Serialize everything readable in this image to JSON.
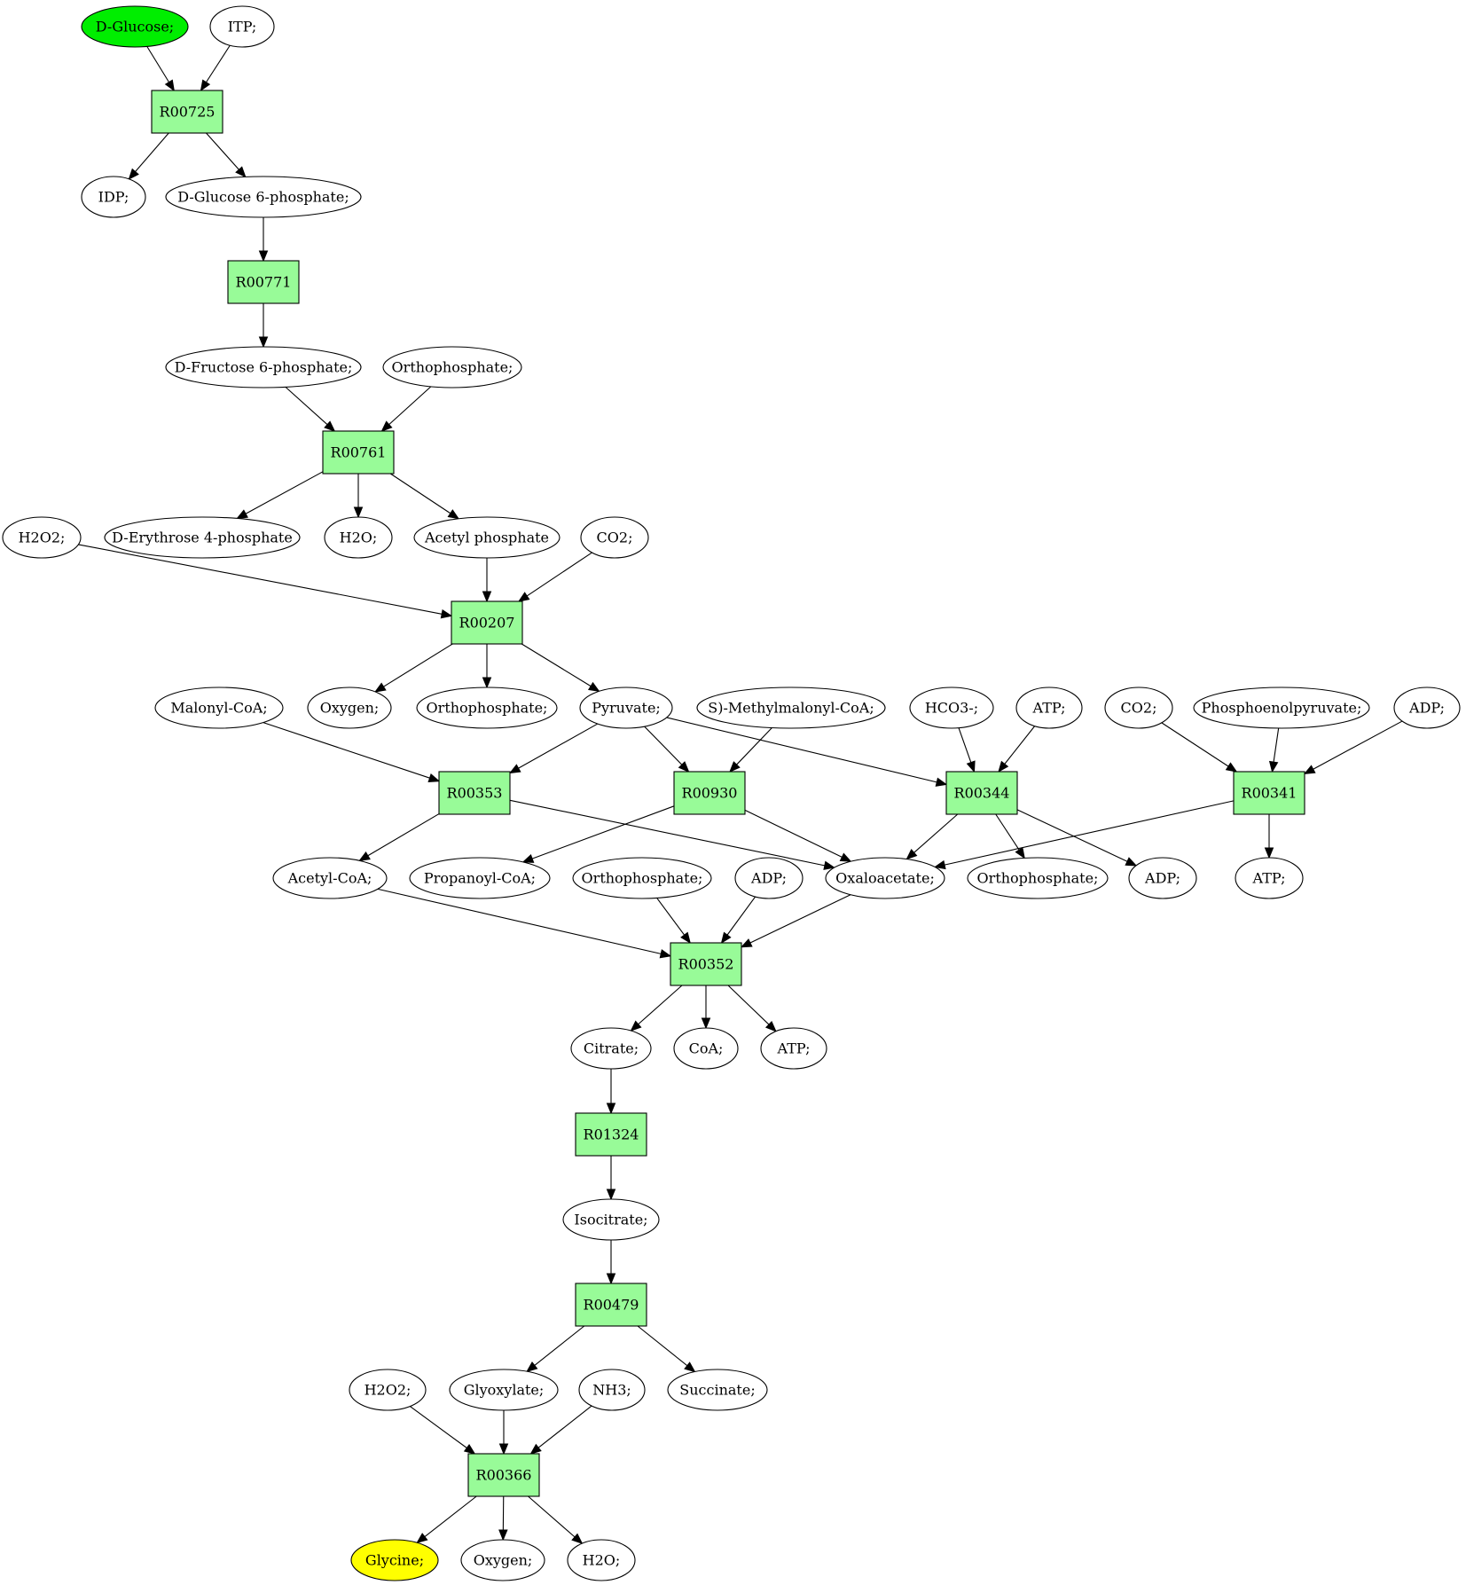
{
  "colors": {
    "reaction_fill": "#98fb98",
    "metabolite_fill": "#ffffff",
    "start_fill": "#00ee00",
    "target_fill": "#ffff00",
    "stroke": "#000000"
  },
  "diagram": {
    "reactions": [
      {
        "id": "r1",
        "label": "R00725"
      },
      {
        "id": "r2",
        "label": "R00771"
      },
      {
        "id": "r3",
        "label": "R00761"
      },
      {
        "id": "r4",
        "label": "R00207"
      },
      {
        "id": "r5",
        "label": "R00353"
      },
      {
        "id": "r6",
        "label": "R00930"
      },
      {
        "id": "r7",
        "label": "R00344"
      },
      {
        "id": "r8",
        "label": "R00341"
      },
      {
        "id": "r9",
        "label": "R00352"
      },
      {
        "id": "r10",
        "label": "R01324"
      },
      {
        "id": "r11",
        "label": "R00479"
      },
      {
        "id": "r12",
        "label": "R00366"
      }
    ],
    "metabolites": [
      {
        "id": "m_glucose",
        "label": "D-Glucose;",
        "role": "start"
      },
      {
        "id": "m_itp",
        "label": "ITP;"
      },
      {
        "id": "m_idp",
        "label": "IDP;"
      },
      {
        "id": "m_g6p",
        "label": "D-Glucose 6-phosphate;"
      },
      {
        "id": "m_f6p",
        "label": "D-Fructose 6-phosphate;"
      },
      {
        "id": "m_pi1",
        "label": "Orthophosphate;"
      },
      {
        "id": "m_e4p",
        "label": "D-Erythrose 4-phosphate"
      },
      {
        "id": "m_h2o1",
        "label": "H2O;"
      },
      {
        "id": "m_acp",
        "label": "Acetyl phosphate"
      },
      {
        "id": "m_h2o2a",
        "label": "H2O2;"
      },
      {
        "id": "m_co2a",
        "label": "CO2;"
      },
      {
        "id": "m_malcoa",
        "label": "Malonyl-CoA;"
      },
      {
        "id": "m_o2a",
        "label": "Oxygen;"
      },
      {
        "id": "m_pi2",
        "label": "Orthophosphate;"
      },
      {
        "id": "m_pyr",
        "label": "Pyruvate;"
      },
      {
        "id": "m_smm",
        "label": "S)-Methylmalonyl-CoA;"
      },
      {
        "id": "m_hco3",
        "label": "HCO3-;"
      },
      {
        "id": "m_atp1",
        "label": "ATP;"
      },
      {
        "id": "m_co2b",
        "label": "CO2;"
      },
      {
        "id": "m_pep",
        "label": "Phosphoenolpyruvate;"
      },
      {
        "id": "m_adp1",
        "label": "ADP;"
      },
      {
        "id": "m_accoa",
        "label": "Acetyl-CoA;"
      },
      {
        "id": "m_propcoa",
        "label": "Propanoyl-CoA;"
      },
      {
        "id": "m_pi3",
        "label": "Orthophosphate;"
      },
      {
        "id": "m_adp2",
        "label": "ADP;"
      },
      {
        "id": "m_oaa",
        "label": "Oxaloacetate;"
      },
      {
        "id": "m_pi4",
        "label": "Orthophosphate;"
      },
      {
        "id": "m_adp3",
        "label": "ADP;"
      },
      {
        "id": "m_atp2",
        "label": "ATP;"
      },
      {
        "id": "m_cit",
        "label": "Citrate;"
      },
      {
        "id": "m_coa",
        "label": "CoA;"
      },
      {
        "id": "m_atp3",
        "label": "ATP;"
      },
      {
        "id": "m_icit",
        "label": "Isocitrate;"
      },
      {
        "id": "m_h2o2b",
        "label": "H2O2;"
      },
      {
        "id": "m_glyox",
        "label": "Glyoxylate;"
      },
      {
        "id": "m_nh3",
        "label": "NH3;"
      },
      {
        "id": "m_succ",
        "label": "Succinate;"
      },
      {
        "id": "m_gly",
        "label": "Glycine;",
        "role": "target"
      },
      {
        "id": "m_o2b",
        "label": "Oxygen;"
      },
      {
        "id": "m_h2o3",
        "label": "H2O;"
      }
    ],
    "edges": [
      [
        "m_glucose",
        "r1"
      ],
      [
        "m_itp",
        "r1"
      ],
      [
        "r1",
        "m_idp"
      ],
      [
        "r1",
        "m_g6p"
      ],
      [
        "m_g6p",
        "r2"
      ],
      [
        "r2",
        "m_f6p"
      ],
      [
        "m_f6p",
        "r3"
      ],
      [
        "m_pi1",
        "r3"
      ],
      [
        "r3",
        "m_e4p"
      ],
      [
        "r3",
        "m_h2o1"
      ],
      [
        "r3",
        "m_acp"
      ],
      [
        "m_h2o2a",
        "r4"
      ],
      [
        "m_acp",
        "r4"
      ],
      [
        "m_co2a",
        "r4"
      ],
      [
        "r4",
        "m_o2a"
      ],
      [
        "r4",
        "m_pi2"
      ],
      [
        "r4",
        "m_pyr"
      ],
      [
        "m_malcoa",
        "r5"
      ],
      [
        "m_pyr",
        "r5"
      ],
      [
        "r5",
        "m_accoa"
      ],
      [
        "r5",
        "m_oaa"
      ],
      [
        "m_pyr",
        "r6"
      ],
      [
        "m_smm",
        "r6"
      ],
      [
        "r6",
        "m_propcoa"
      ],
      [
        "r6",
        "m_oaa"
      ],
      [
        "m_pyr",
        "r7"
      ],
      [
        "m_hco3",
        "r7"
      ],
      [
        "m_atp1",
        "r7"
      ],
      [
        "r7",
        "m_oaa"
      ],
      [
        "r7",
        "m_pi4"
      ],
      [
        "r7",
        "m_adp3"
      ],
      [
        "m_co2b",
        "r8"
      ],
      [
        "m_pep",
        "r8"
      ],
      [
        "m_adp1",
        "r8"
      ],
      [
        "r8",
        "m_oaa"
      ],
      [
        "r8",
        "m_atp2"
      ],
      [
        "m_accoa",
        "r9"
      ],
      [
        "m_pi3",
        "r9"
      ],
      [
        "m_adp2",
        "r9"
      ],
      [
        "m_oaa",
        "r9"
      ],
      [
        "r9",
        "m_cit"
      ],
      [
        "r9",
        "m_coa"
      ],
      [
        "r9",
        "m_atp3"
      ],
      [
        "m_cit",
        "r10"
      ],
      [
        "r10",
        "m_icit"
      ],
      [
        "m_icit",
        "r11"
      ],
      [
        "r11",
        "m_glyox"
      ],
      [
        "r11",
        "m_succ"
      ],
      [
        "m_h2o2b",
        "r12"
      ],
      [
        "m_glyox",
        "r12"
      ],
      [
        "m_nh3",
        "r12"
      ],
      [
        "r12",
        "m_gly"
      ],
      [
        "r12",
        "m_o2b"
      ],
      [
        "r12",
        "m_h2o3"
      ]
    ]
  }
}
